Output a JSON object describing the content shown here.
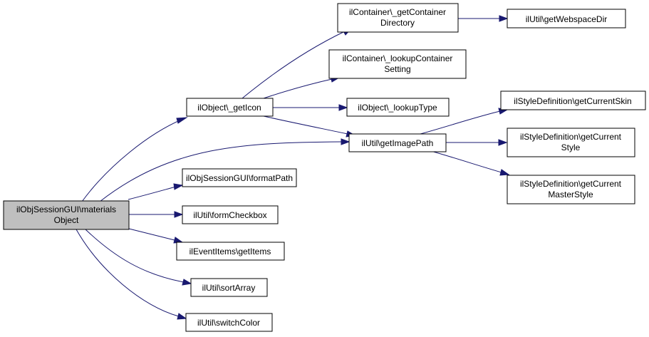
{
  "diagram": {
    "type": "call-graph",
    "colors": {
      "edge": "#191970",
      "root_fill": "#bfbfbf",
      "node_fill": "#ffffff",
      "border": "#000000"
    },
    "nodes": [
      {
        "id": "root",
        "lines": [
          "ilObjSessionGUI\\materials",
          "Object"
        ],
        "root": true
      },
      {
        "id": "getIcon",
        "lines": [
          "ilObject\\_getIcon"
        ]
      },
      {
        "id": "formatPath",
        "lines": [
          "ilObjSessionGUI\\formatPath"
        ]
      },
      {
        "id": "formCheckbox",
        "lines": [
          "ilUtil\\formCheckbox"
        ]
      },
      {
        "id": "getItems",
        "lines": [
          "ilEventItems\\getItems"
        ]
      },
      {
        "id": "sortArray",
        "lines": [
          "ilUtil\\sortArray"
        ]
      },
      {
        "id": "switchColor",
        "lines": [
          "ilUtil\\switchColor"
        ]
      },
      {
        "id": "getContainerDirectory",
        "lines": [
          "ilContainer\\_getContainer",
          "Directory"
        ]
      },
      {
        "id": "lookupContainerSetting",
        "lines": [
          "ilContainer\\_lookupContainer",
          "Setting"
        ]
      },
      {
        "id": "lookupType",
        "lines": [
          "ilObject\\_lookupType"
        ]
      },
      {
        "id": "getImagePath",
        "lines": [
          "ilUtil\\getImagePath"
        ]
      },
      {
        "id": "getWebspaceDir",
        "lines": [
          "ilUtil\\getWebspaceDir"
        ]
      },
      {
        "id": "getCurrentSkin",
        "lines": [
          "ilStyleDefinition\\getCurrentSkin"
        ]
      },
      {
        "id": "getCurrentStyle",
        "lines": [
          "ilStyleDefinition\\getCurrent",
          "Style"
        ]
      },
      {
        "id": "getCurrentMasterStyle",
        "lines": [
          "ilStyleDefinition\\getCurrent",
          "MasterStyle"
        ]
      }
    ],
    "edges": [
      {
        "from": "root",
        "to": "getIcon"
      },
      {
        "from": "root",
        "to": "getImagePath"
      },
      {
        "from": "root",
        "to": "formatPath"
      },
      {
        "from": "root",
        "to": "formCheckbox"
      },
      {
        "from": "root",
        "to": "getItems"
      },
      {
        "from": "root",
        "to": "sortArray"
      },
      {
        "from": "root",
        "to": "switchColor"
      },
      {
        "from": "getIcon",
        "to": "getContainerDirectory"
      },
      {
        "from": "getIcon",
        "to": "lookupContainerSetting"
      },
      {
        "from": "getIcon",
        "to": "lookupType"
      },
      {
        "from": "getIcon",
        "to": "getImagePath"
      },
      {
        "from": "getContainerDirectory",
        "to": "getWebspaceDir"
      },
      {
        "from": "getImagePath",
        "to": "getCurrentSkin"
      },
      {
        "from": "getImagePath",
        "to": "getCurrentStyle"
      },
      {
        "from": "getImagePath",
        "to": "getCurrentMasterStyle"
      }
    ]
  }
}
